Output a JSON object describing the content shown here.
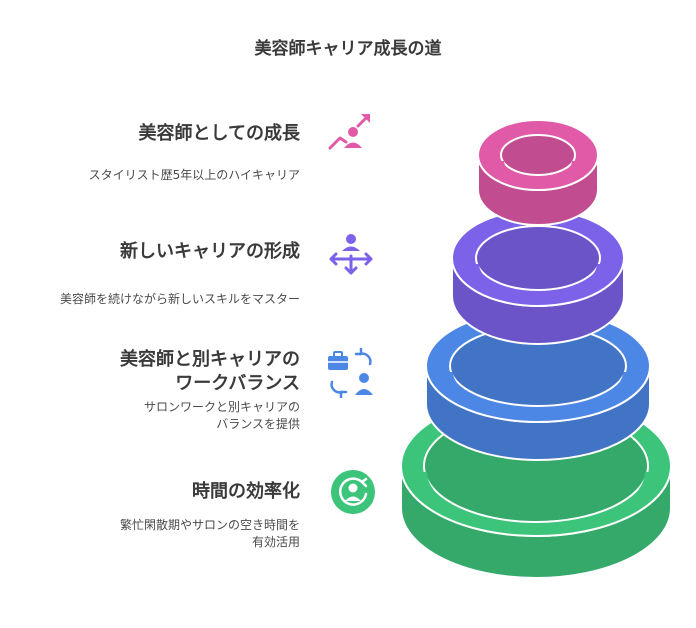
{
  "title": "美容師キャリア成長の道",
  "steps": [
    {
      "heading": [
        "美容師としての成長"
      ],
      "description": [
        "スタイリスト歴5年以上のハイキャリア"
      ],
      "icon": "growth-person-arrow-icon",
      "color": "#e05aa8"
    },
    {
      "heading": [
        "新しいキャリアの形成"
      ],
      "description": [
        "美容師を続けながら新しいスキルをマスター"
      ],
      "icon": "person-directions-icon",
      "color": "#7b62e8"
    },
    {
      "heading": [
        "美容師と別キャリアの",
        "ワークバランス"
      ],
      "description": [
        "サロンワークと別キャリアの",
        "バランスを提供"
      ],
      "icon": "briefcase-swap-icon",
      "color": "#4d87e6"
    },
    {
      "heading": [
        "時間の効率化"
      ],
      "description": [
        "繁忙閑散期やサロンの空き時間を",
        "有効活用"
      ],
      "icon": "time-cycle-person-icon",
      "color": "#3cc47a"
    }
  ]
}
